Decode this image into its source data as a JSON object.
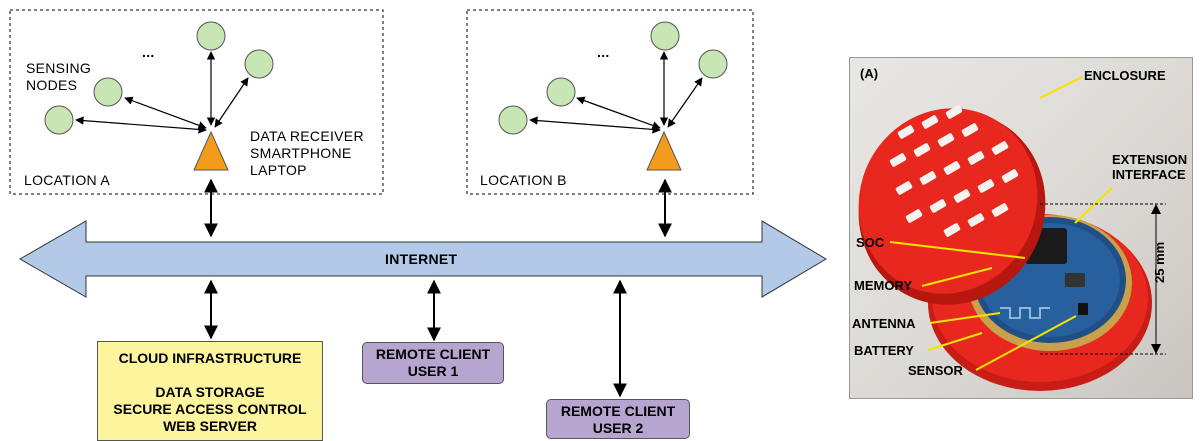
{
  "location_a": {
    "label": "LOCATION A",
    "nodes_label_line1": "SENSING",
    "nodes_label_line2": "NODES",
    "ellipsis": "...",
    "receiver_line1": "DATA RECEIVER",
    "receiver_line2": "SMARTPHONE",
    "receiver_line3": "LAPTOP"
  },
  "location_b": {
    "label": "LOCATION B",
    "ellipsis": "..."
  },
  "internet": {
    "label": "INTERNET"
  },
  "cloud": {
    "title": "CLOUD INFRASTRUCTURE",
    "line1": "DATA STORAGE",
    "line2": "SECURE ACCESS CONTROL",
    "line3": "WEB SERVER"
  },
  "client1": {
    "line1": "REMOTE CLIENT",
    "line2": "USER 1"
  },
  "client2": {
    "line1": "REMOTE CLIENT",
    "line2": "USER 2"
  },
  "photo": {
    "panel_label": "(A)",
    "enclosure": "ENCLOSURE",
    "extension_line1": "EXTENSION",
    "extension_line2": "INTERFACE",
    "soc": "SOC",
    "memory": "MEMORY",
    "antenna": "ANTENNA",
    "battery": "BATTERY",
    "sensor": "SENSOR",
    "dimension": "25 mm"
  },
  "colors": {
    "node_fill": "#c8e6b4",
    "receiver_fill": "#f39c1c",
    "internet_fill": "#b3c9e8",
    "cloud_fill": "#fdf59e",
    "client_fill": "#b6a6cf",
    "enclosure_red": "#e8281e",
    "pcb_blue": "#1f4f86",
    "callout_yellow": "#f5e300"
  }
}
